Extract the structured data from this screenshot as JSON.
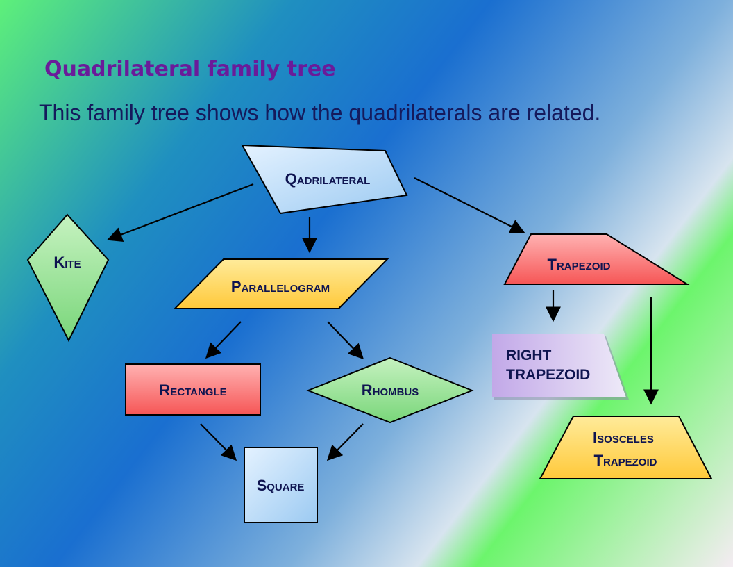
{
  "slide": {
    "title": "Quadrilateral family tree",
    "subtitle": "This family tree shows how the quadrilaterals are related."
  },
  "nodes": {
    "quadrilateral": "Qadrilateral",
    "kite": "Kite",
    "parallelogram": "Parallelogram",
    "trapezoid": "Trapezoid",
    "right_trapezoid": [
      "RIGHT",
      "TRAPEZOID"
    ],
    "rectangle": "Rectangle",
    "rhombus": "Rhombus",
    "square": "Square",
    "isosceles_trapezoid": [
      "Isosceles",
      "Trapezoid"
    ]
  },
  "edges": [
    [
      "quadrilateral",
      "kite"
    ],
    [
      "quadrilateral",
      "parallelogram"
    ],
    [
      "quadrilateral",
      "trapezoid"
    ],
    [
      "parallelogram",
      "rectangle"
    ],
    [
      "parallelogram",
      "rhombus"
    ],
    [
      "rectangle",
      "square"
    ],
    [
      "rhombus",
      "square"
    ],
    [
      "trapezoid",
      "right_trapezoid"
    ],
    [
      "trapezoid",
      "isosceles_trapezoid"
    ]
  ],
  "colors": {
    "blue_fill": "#bcdcf6",
    "green_fill": "#8fe08f",
    "yellow_fill": "#ffd75a",
    "red_fill": "#fb6f6f",
    "lavender_fill": "#d8c8f0",
    "title": "#6a1b9a",
    "text": "#0f1450"
  }
}
